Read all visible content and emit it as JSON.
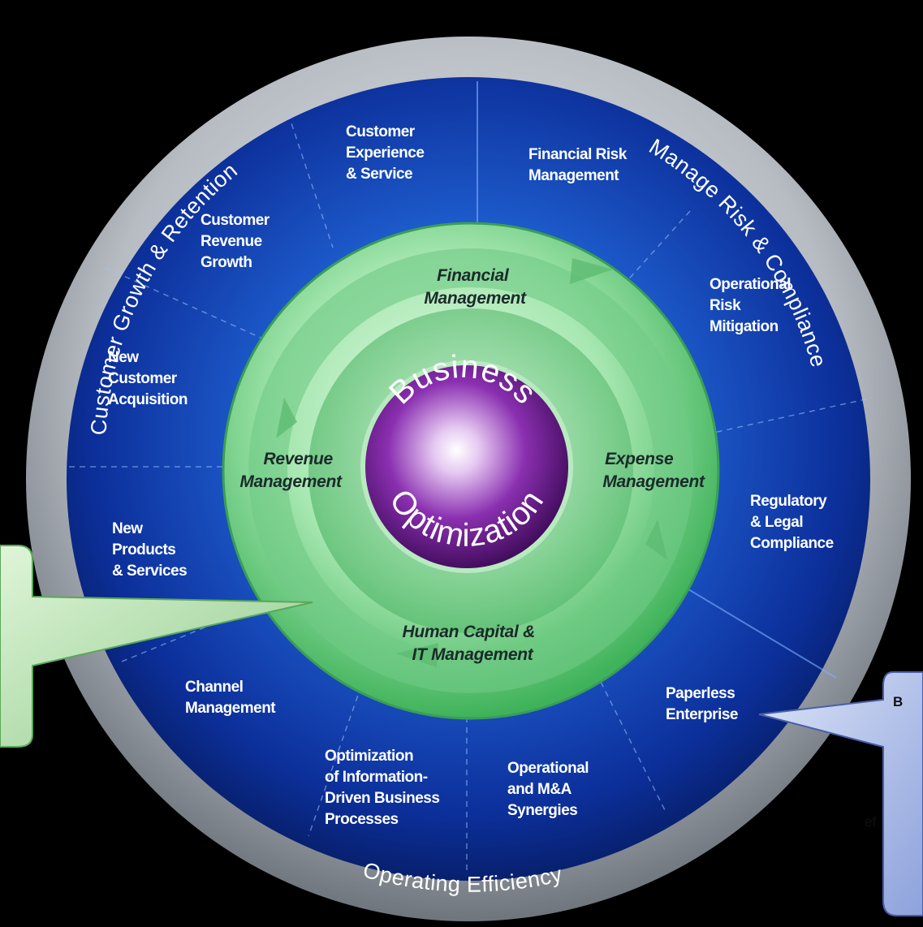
{
  "center": {
    "word1": "Business",
    "word2": "Optimization"
  },
  "inner_ring": {
    "top": [
      "Financial",
      "Management"
    ],
    "left": [
      "Revenue",
      "Management"
    ],
    "right": [
      "Expense",
      "Management"
    ],
    "bottom": [
      "Human Capital &",
      "IT Management"
    ]
  },
  "outer_ring": {
    "customer": "Customer Growth & Retention",
    "risk": "Manage Risk & Compliance",
    "efficiency": "Operating Efficiency"
  },
  "segments": {
    "customer_experience": [
      "Customer",
      "Experience",
      "& Service"
    ],
    "financial_risk": [
      "Financial Risk",
      "Management"
    ],
    "customer_revenue": [
      "Customer",
      "Revenue",
      "Growth"
    ],
    "operational_risk": [
      "Operational",
      "Risk",
      "Mitigation"
    ],
    "new_customer": [
      "New",
      "Customer",
      "Acquisition"
    ],
    "regulatory": [
      "Regulatory",
      "& Legal",
      "Compliance"
    ],
    "new_products": [
      "New",
      "Products",
      "& Services"
    ],
    "paperless": [
      "Paperless",
      "Enterprise"
    ],
    "channel": [
      "Channel",
      "Management"
    ],
    "optimization_info": [
      "Optimization",
      "of Information-",
      "Driven Business",
      "Processes"
    ],
    "operational_ma": [
      "Operational",
      "and M&A",
      "Synergies"
    ]
  },
  "callout_right": {
    "line1": "B",
    "line2": "ef"
  },
  "colors": {
    "blue_dark": "#0a2a8a",
    "blue_light": "#2f7be0",
    "green": "#9ee3a8",
    "purple": "#7a1f9a",
    "gray_ring": "#b9bec4"
  }
}
